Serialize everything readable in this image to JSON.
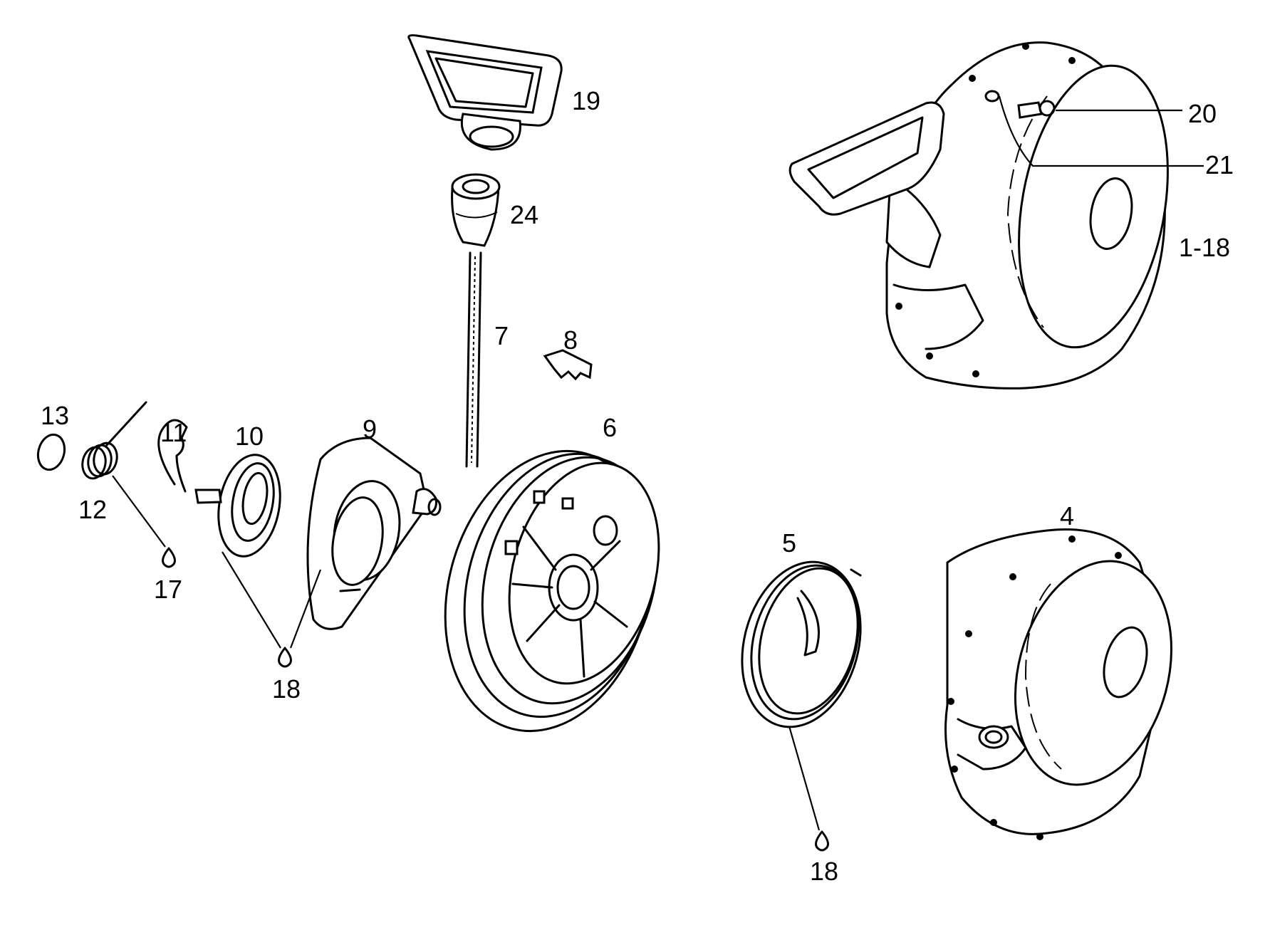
{
  "diagram": {
    "parts": [
      {
        "id": "p19",
        "text": "19"
      },
      {
        "id": "p24",
        "text": "24"
      },
      {
        "id": "p7",
        "text": "7"
      },
      {
        "id": "p8",
        "text": "8"
      },
      {
        "id": "p6",
        "text": "6"
      },
      {
        "id": "p9",
        "text": "9"
      },
      {
        "id": "p10",
        "text": "10"
      },
      {
        "id": "p11",
        "text": "11"
      },
      {
        "id": "p12",
        "text": "12"
      },
      {
        "id": "p13",
        "text": "13"
      },
      {
        "id": "p17",
        "text": "17"
      },
      {
        "id": "p18a",
        "text": "18"
      },
      {
        "id": "p5",
        "text": "5"
      },
      {
        "id": "p18b",
        "text": "18"
      },
      {
        "id": "p4",
        "text": "4"
      },
      {
        "id": "p20",
        "text": "20"
      },
      {
        "id": "p21",
        "text": "21"
      },
      {
        "id": "p118",
        "text": "1-18"
      }
    ]
  }
}
